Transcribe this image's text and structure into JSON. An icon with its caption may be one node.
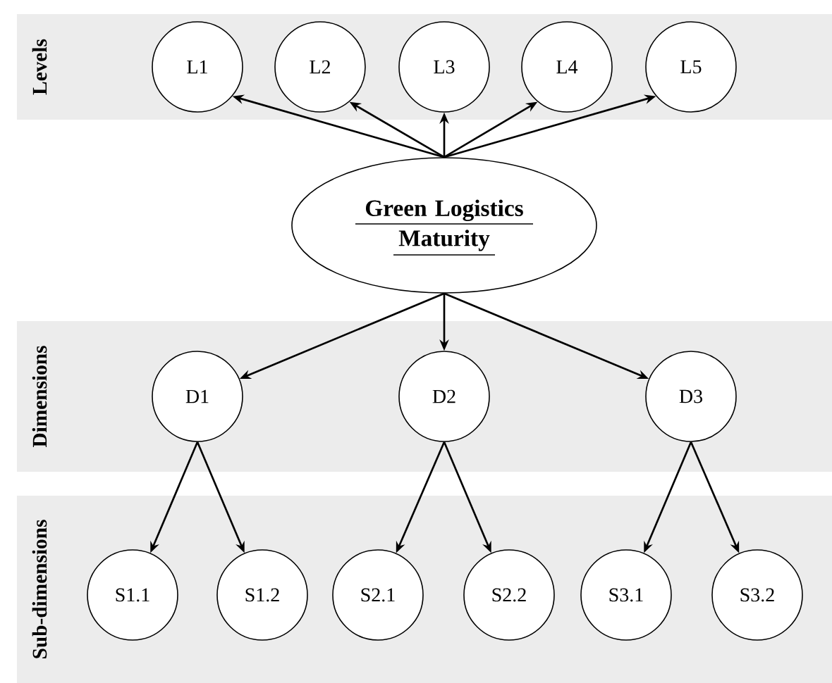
{
  "diagram": {
    "nodes": [
      {
        "text": [
          "Levels"
        ]
      },
      {
        "text": [
          "L1"
        ],
        "in": 0
      },
      {
        "text": [
          "L2"
        ],
        "in": 0
      },
      {
        "text": [
          "L3"
        ],
        "in": 0
      },
      {
        "text": [
          "L4"
        ],
        "in": 0
      },
      {
        "text": [
          "L5"
        ],
        "in": 0
      },
      {
        "text": [
          "Green Logistics Maturity"
        ]
      },
      {
        "text": [
          "Dimensions"
        ]
      },
      {
        "text": [
          "D1"
        ],
        "in": 7
      },
      {
        "text": [
          "D2"
        ],
        "in": 7
      },
      {
        "text": [
          "D3"
        ],
        "in": 7
      },
      {
        "text": [
          "Sub-dimensions"
        ]
      },
      {
        "text": [
          "S1.1"
        ],
        "in": 11
      },
      {
        "text": [
          "S1.2"
        ],
        "in": 11
      },
      {
        "text": [
          "S2.1"
        ],
        "in": 11
      },
      {
        "text": [
          "S2.2"
        ],
        "in": 11
      },
      {
        "text": [
          "S3.1"
        ],
        "in": 11
      },
      {
        "text": [
          "S3.2"
        ],
        "in": 11
      }
    ],
    "edges": [
      {
        "from": 6,
        "to": 1,
        "arrow": "to"
      },
      {
        "from": 6,
        "to": 2,
        "arrow": "to"
      },
      {
        "from": 6,
        "to": 3,
        "arrow": "to"
      },
      {
        "from": 6,
        "to": 4,
        "arrow": "to"
      },
      {
        "from": 6,
        "to": 5,
        "arrow": "to"
      },
      {
        "from": 6,
        "to": 8,
        "arrow": "to"
      },
      {
        "from": 6,
        "to": 9,
        "arrow": "to"
      },
      {
        "from": 6,
        "to": 10,
        "arrow": "to"
      },
      {
        "from": 8,
        "to": 12,
        "arrow": "to"
      },
      {
        "from": 8,
        "to": 13,
        "arrow": "to"
      },
      {
        "from": 9,
        "to": 14,
        "arrow": "to"
      },
      {
        "from": 9,
        "to": 15,
        "arrow": "to"
      },
      {
        "from": 10,
        "to": 16,
        "arrow": "to"
      },
      {
        "from": 10,
        "to": 17,
        "arrow": "to"
      }
    ]
  }
}
